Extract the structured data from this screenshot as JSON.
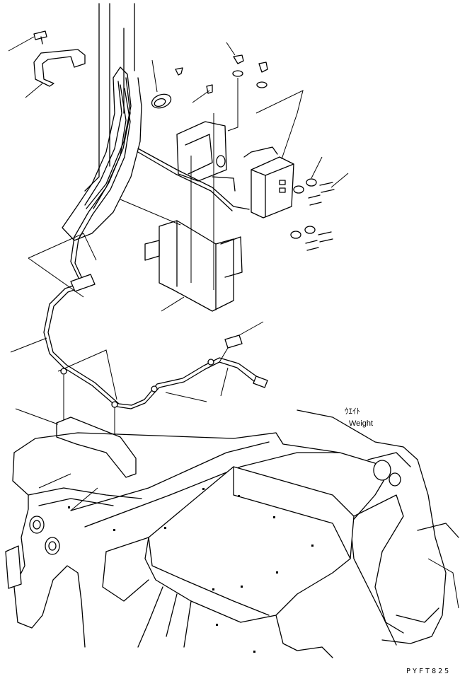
{
  "labels": {
    "weight_jp": "ｳｴｲﾄ",
    "weight_en": "Weight",
    "drawing_code": "PYFT825"
  },
  "icons": [
    "bolt-icon",
    "washer-icon",
    "bracket-icon",
    "grommet-icon",
    "clip-icon",
    "connector-icon",
    "controller-box-icon",
    "harness-icon"
  ]
}
